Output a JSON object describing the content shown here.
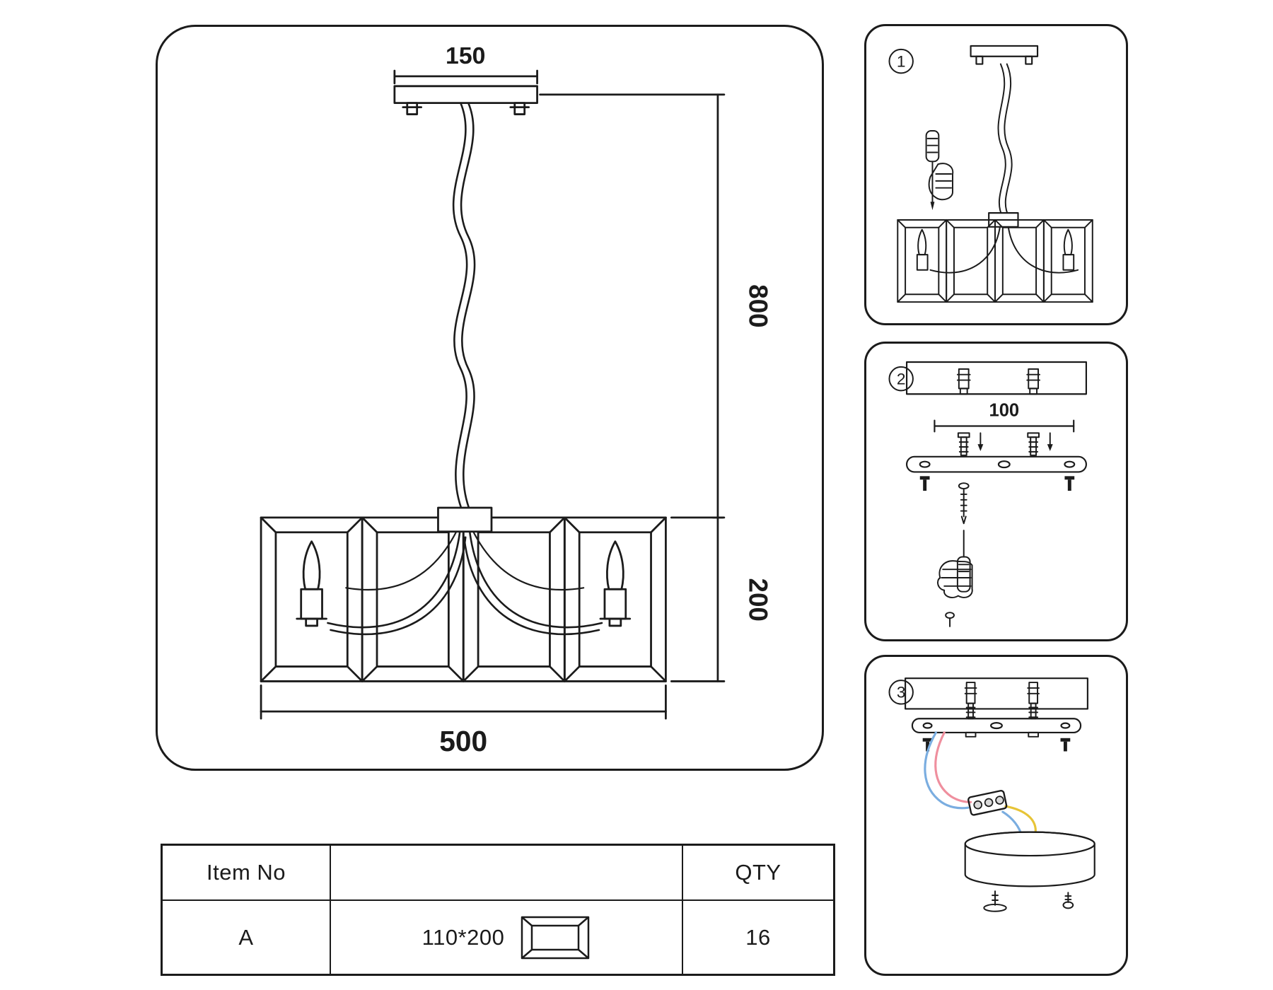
{
  "main_diagram": {
    "dim_canopy_width": "150",
    "dim_cable_length": "800",
    "dim_shade_height": "200",
    "dim_shade_width": "500"
  },
  "steps": [
    {
      "number": "1"
    },
    {
      "number": "2",
      "dim_hole_spacing": "100"
    },
    {
      "number": "3"
    }
  ],
  "table": {
    "header_item": "Item No",
    "header_qty": "QTY",
    "row": {
      "item": "A",
      "size": "110*200",
      "qty": "16"
    }
  },
  "colors": {
    "line": "#1b1b1b",
    "wire_blue": "#7aade0",
    "wire_red": "#ef8f9e",
    "wire_yellow": "#e7c437"
  }
}
